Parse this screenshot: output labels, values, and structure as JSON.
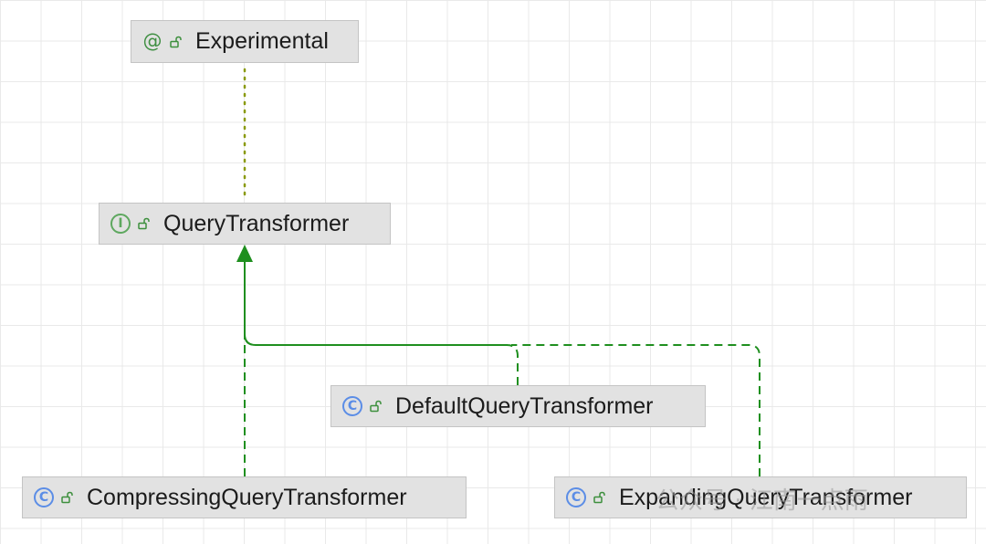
{
  "diagram": {
    "nodes": [
      {
        "id": "experimental",
        "kind": "annotation",
        "kind_glyph": "@",
        "visibility": "public-icon",
        "label": "Experimental"
      },
      {
        "id": "query-transformer",
        "kind": "interface",
        "kind_glyph": "I",
        "visibility": "public-icon",
        "label": "QueryTransformer"
      },
      {
        "id": "default-query-transformer",
        "kind": "class",
        "kind_glyph": "C",
        "visibility": "public-icon",
        "label": "DefaultQueryTransformer"
      },
      {
        "id": "compressing-query-transformer",
        "kind": "class",
        "kind_glyph": "C",
        "visibility": "public-icon",
        "label": "CompressingQueryTransformer"
      },
      {
        "id": "expanding-query-transformer",
        "kind": "class",
        "kind_glyph": "C",
        "visibility": "public-icon",
        "label": "ExpandingQueryTransformer"
      }
    ],
    "edges": [
      {
        "from": "query-transformer",
        "to": "experimental",
        "style": "annotated-by",
        "line": "dotted"
      },
      {
        "from": "default-query-transformer",
        "to": "query-transformer",
        "style": "implements",
        "line": "dashed"
      },
      {
        "from": "compressing-query-transformer",
        "to": "query-transformer",
        "style": "implements",
        "line": "dashed"
      },
      {
        "from": "expanding-query-transformer",
        "to": "query-transformer",
        "style": "implements",
        "line": "dashed"
      }
    ],
    "colors": {
      "edge_green": "#1f8f1f",
      "annotation_edge": "#8a9a0a",
      "node_fill": "#e2e2e2",
      "node_border": "#c4c4c4",
      "grid": "#e9e9e9"
    }
  },
  "watermark": "公众号 · 江南一点雨"
}
